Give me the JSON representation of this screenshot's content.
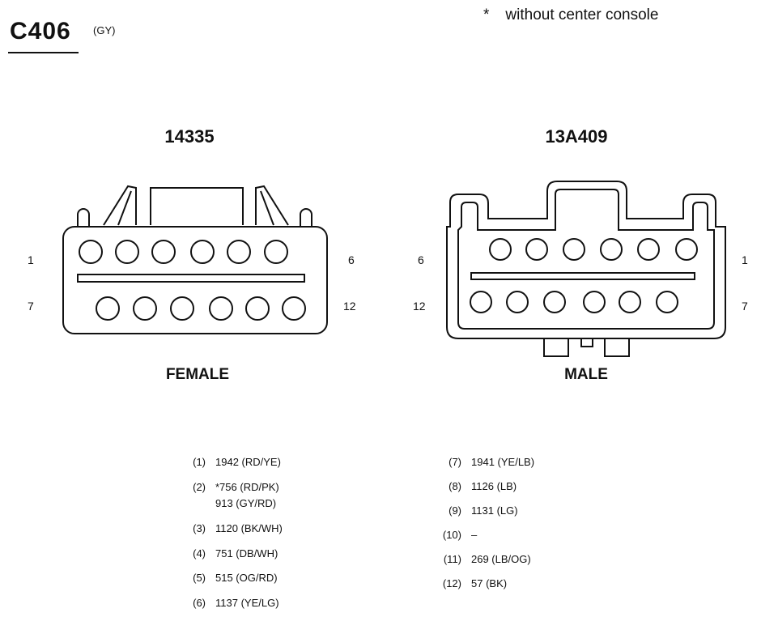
{
  "header": {
    "connector_id": "C406",
    "color_code": "(GY)",
    "note_symbol": "*",
    "note_text": "without center console"
  },
  "female": {
    "part_number": "14335",
    "label": "FEMALE",
    "pin_labels": {
      "top_left": "1",
      "top_right": "6",
      "bottom_left": "7",
      "bottom_right": "12"
    }
  },
  "male": {
    "part_number": "13A409",
    "label": "MALE",
    "pin_labels": {
      "top_left": "6",
      "top_right": "1",
      "bottom_left": "12",
      "bottom_right": "7"
    }
  },
  "pinout": {
    "left": [
      {
        "pin": "(1)",
        "circuits": [
          "1942 (RD/YE)"
        ]
      },
      {
        "pin": "(2)",
        "circuits": [
          "*756 (RD/PK)",
          "913 (GY/RD)"
        ]
      },
      {
        "pin": "(3)",
        "circuits": [
          "1120 (BK/WH)"
        ]
      },
      {
        "pin": "(4)",
        "circuits": [
          "751 (DB/WH)"
        ]
      },
      {
        "pin": "(5)",
        "circuits": [
          "515 (OG/RD)"
        ]
      },
      {
        "pin": "(6)",
        "circuits": [
          "1137 (YE/LG)"
        ]
      }
    ],
    "right": [
      {
        "pin": "(7)",
        "circuits": [
          "1941 (YE/LB)"
        ]
      },
      {
        "pin": "(8)",
        "circuits": [
          "1126 (LB)"
        ]
      },
      {
        "pin": "(9)",
        "circuits": [
          "1131 (LG)"
        ]
      },
      {
        "pin": "(10)",
        "circuits": [
          "–"
        ]
      },
      {
        "pin": "(11)",
        "circuits": [
          "269 (LB/OG)"
        ]
      },
      {
        "pin": "(12)",
        "circuits": [
          "57 (BK)"
        ]
      }
    ]
  }
}
